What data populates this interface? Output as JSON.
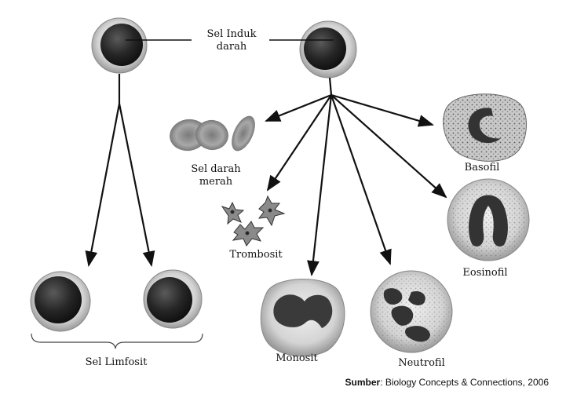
{
  "labels": {
    "stem_line1": "Sel Induk",
    "stem_line2": "darah",
    "rbc_line1": "Sel darah",
    "rbc_line2": "merah",
    "basofil": "Basofil",
    "eosinofil": "Eosinofil",
    "trombosit": "Trombosit",
    "monosit": "Monosit",
    "neutrofil": "Neutrofil",
    "limfosit": "Sel Limfosit"
  },
  "source": {
    "prefix": "Sumber",
    "text": ": Biology Concepts & Connections, 2006"
  },
  "colors": {
    "line": "#111111",
    "cell_dark": "#2a2a2a",
    "cytoplasm": "#d6d6d6",
    "rbc": "#9a9a9a"
  }
}
